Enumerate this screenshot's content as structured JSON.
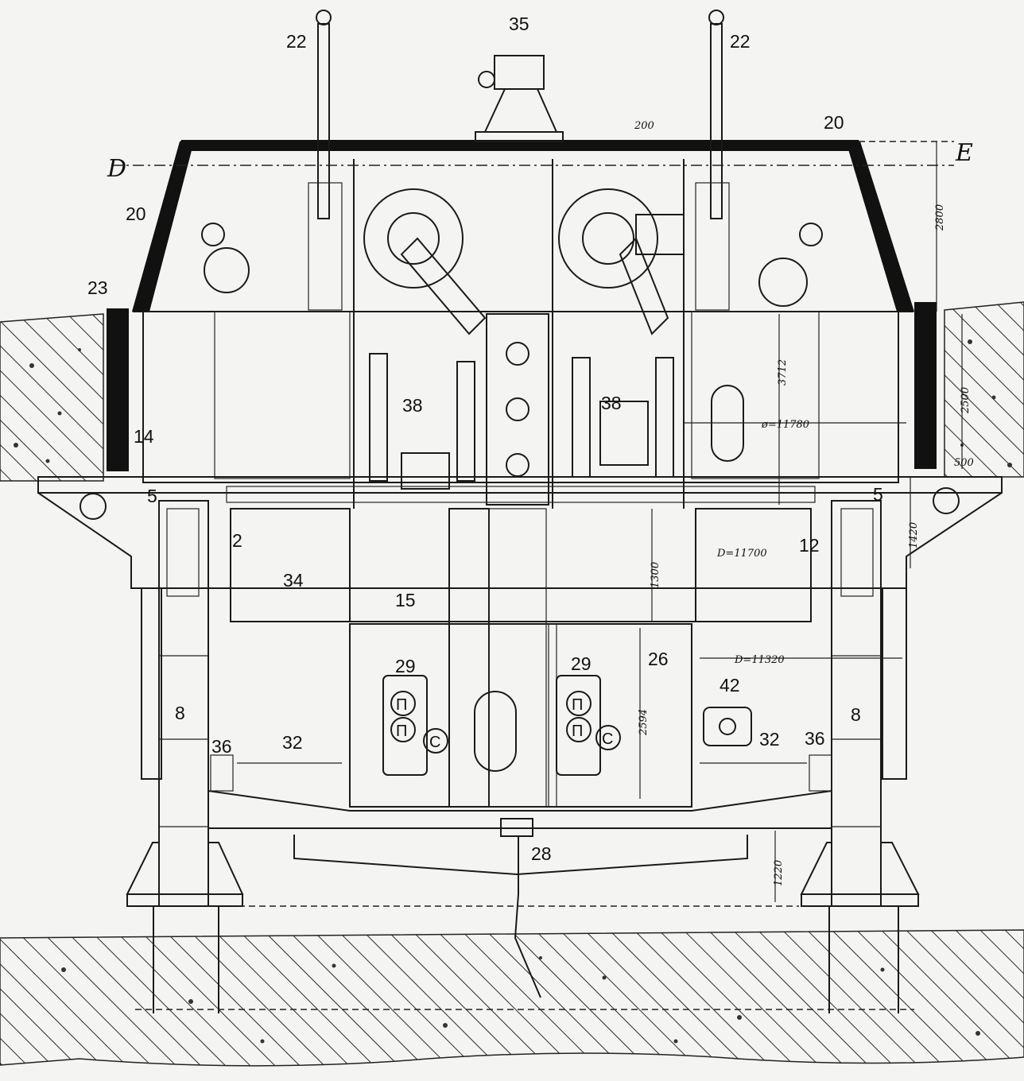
{
  "labels": {
    "l22a": "22",
    "l22b": "22",
    "l35": "35",
    "l20a": "20",
    "l20b": "20",
    "l23": "23",
    "l14": "14",
    "l5a": "5",
    "l5b": "5",
    "l2": "2",
    "l12": "12",
    "l34": "34",
    "l15": "15",
    "l38a": "38",
    "l38b": "38",
    "l29a": "29",
    "l29b": "29",
    "l26": "26",
    "l42": "42",
    "l8a": "8",
    "l8b": "8",
    "l36a": "36",
    "l36b": "36",
    "l32a": "32",
    "l32b": "32",
    "l28": "28"
  },
  "sections": {
    "d": "D",
    "e": "E"
  },
  "dimensions": {
    "d200": "200",
    "d2800": "2800",
    "d3712": "3712",
    "d2500": "2500",
    "d500": "500",
    "d1420": "1420",
    "d1300": "1300",
    "d2594": "2594",
    "d1220": "1220",
    "phi": "ø=11780",
    "dia1": "D=11700",
    "dia2": "D=11320"
  },
  "symbols": {
    "p": "П",
    "c": "C"
  },
  "colors": {
    "line": "#1a1a1a",
    "armor": "#111111",
    "paper": "#f4f4f2",
    "hatch": "#2a2a2a"
  }
}
